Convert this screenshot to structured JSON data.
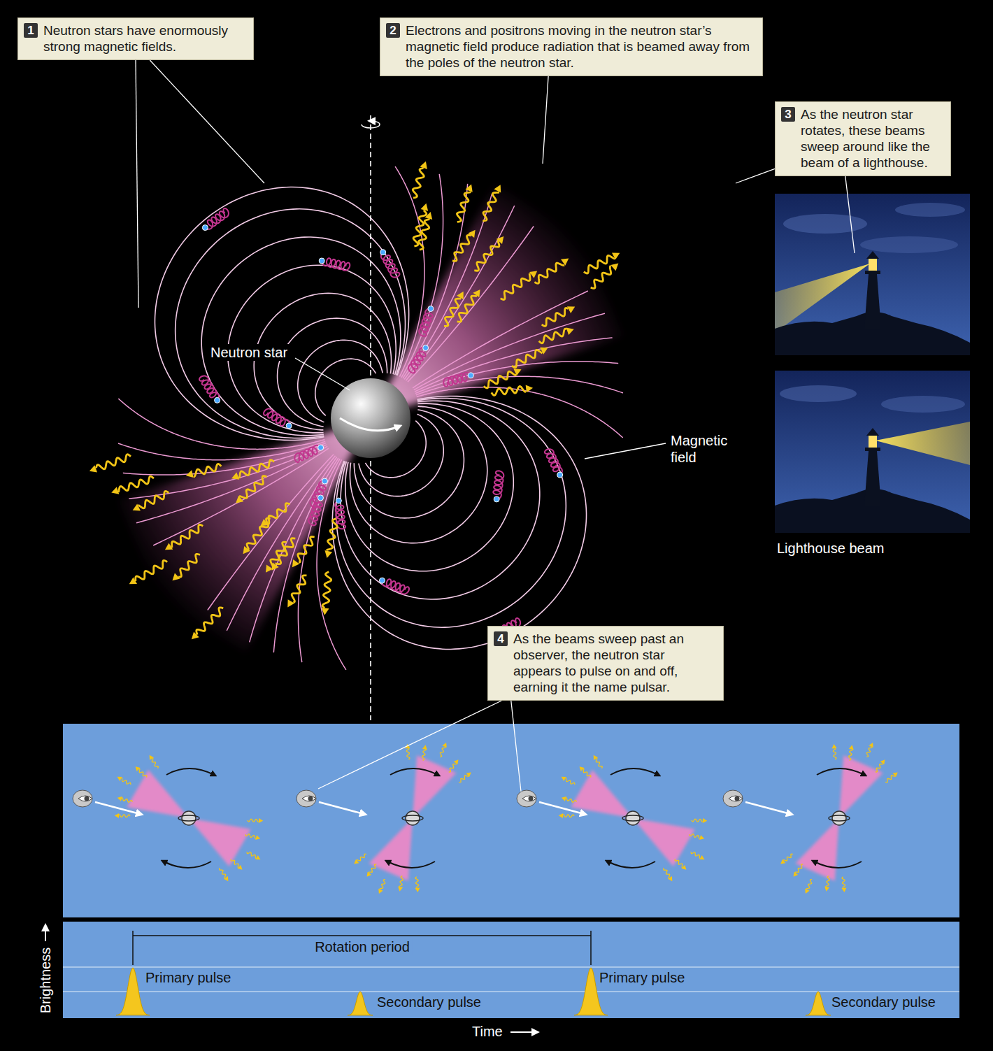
{
  "diagram": {
    "nodes": [
      {
        "text": [
          "1",
          "Neutron stars have enormously strong magnetic fields."
        ]
      },
      {
        "text": [
          "2",
          "Electrons and positrons moving in the neutron star’s magnetic field produce radiation that is beamed away from the poles of the neutron star."
        ]
      },
      {
        "text": [
          "3",
          "As the neutron star rotates, these beams sweep around like the beam of a lighthouse."
        ]
      },
      {
        "text": [
          "4",
          "As the beams sweep past an observer, the neutron star appears to pulse on and off, earning it the name pulsar."
        ]
      }
    ],
    "labels": [
      "Neutron star",
      "Magnetic field",
      "Lighthouse beam",
      "Rotation period",
      "Primary pulse",
      "Secondary pulse",
      "Primary pulse",
      "Secondary pulse",
      "Brightness",
      "Time"
    ]
  }
}
